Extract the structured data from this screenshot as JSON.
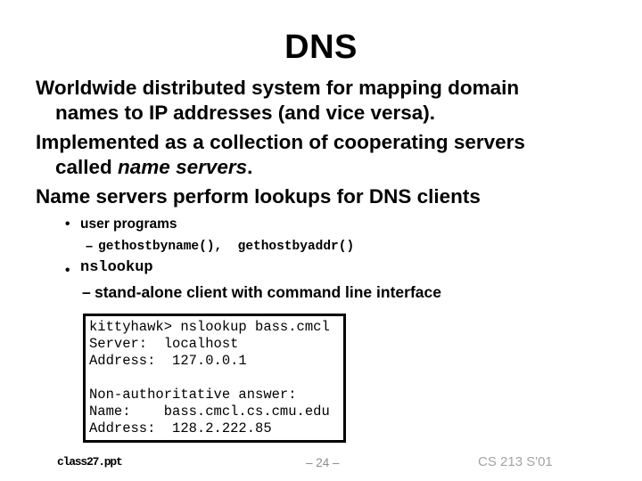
{
  "slide": {
    "title": "DNS",
    "body": {
      "p1_line1": "Worldwide distributed system for mapping domain",
      "p1_line2": "names to IP addresses (and vice versa).",
      "p2_line1": "Implemented as a collection of cooperating servers",
      "p2_line2_pre": "called ",
      "p2_line2_em": "name servers",
      "p2_line2_post": ".",
      "p3": "Name servers perform lookups for DNS clients"
    },
    "bullets": [
      {
        "marker": "•",
        "text": "user programs"
      },
      {
        "marker": "–",
        "text": "gethostbyname(),  gethostbyaddr()"
      },
      {
        "marker": "•",
        "text": "nslookup"
      },
      {
        "marker": "–",
        "text": "stand-alone client with command line interface"
      }
    ],
    "terminal": {
      "lines": [
        "kittyhawk> nslookup bass.cmcl",
        "Server:  localhost",
        "Address:  127.0.0.1",
        " ",
        "Non-authoritative answer:",
        "Name:    bass.cmcl.cs.cmu.edu",
        "Address:  128.2.222.85"
      ]
    },
    "footer": {
      "filename": "class27.ppt",
      "page_number": "– 24 –",
      "course": "CS 213 S'01"
    },
    "colors": {
      "background": "#ffffff",
      "text": "#000000",
      "page_number_gray": "#8c8c8c",
      "course_gray": "#a3a3a3"
    }
  }
}
